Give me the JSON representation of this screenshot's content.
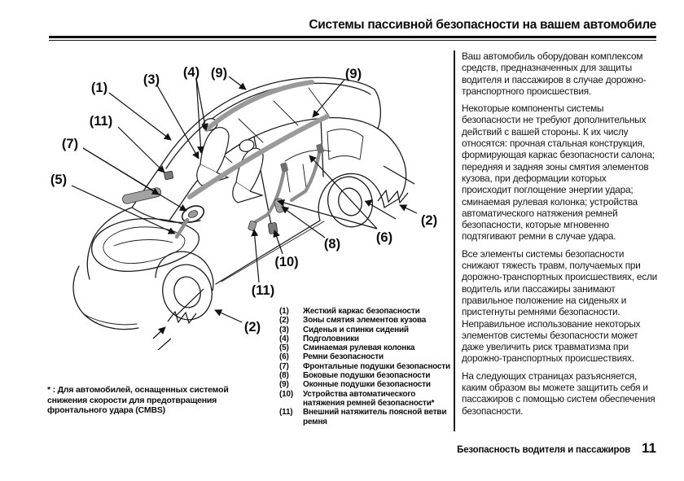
{
  "header": {
    "title": "Системы пассивной безопасности на вашем автомобиле"
  },
  "diagram": {
    "callouts": {
      "n1": "(1)",
      "n2": "(2)",
      "n3": "(3)",
      "n4": "(4)",
      "n5": "(5)",
      "n6": "(6)",
      "n7": "(7)",
      "n8": "(8)",
      "n9": "(9)",
      "n10": "(10)",
      "n11": "(11)"
    }
  },
  "legend": {
    "items": [
      {
        "num": "(1)",
        "text": "Жесткий каркас безопасности"
      },
      {
        "num": "(2)",
        "text": "Зоны смятия элементов кузова"
      },
      {
        "num": "(3)",
        "text": "Сиденья и спинки сидений"
      },
      {
        "num": "(4)",
        "text": "Подголовники"
      },
      {
        "num": "(5)",
        "text": "Сминаемая рулевая колонка"
      },
      {
        "num": "(6)",
        "text": "Ремни безопасности"
      },
      {
        "num": "(7)",
        "text": "Фронтальные подушки безопасности"
      },
      {
        "num": "(8)",
        "text": "Боковые подушки безопасности"
      },
      {
        "num": "(9)",
        "text": "Оконные подушки безопасности"
      },
      {
        "num": "(10)",
        "text": "Устройства автоматического натяжения ремней безопасности*"
      },
      {
        "num": "(11)",
        "text": "Внешний натяжитель поясной ветви ремня"
      }
    ]
  },
  "footnote": {
    "text": "* : Для автомобилей, оснащенных системой снижения скорости для предотвращения фронтального удара (CMBS)"
  },
  "article": {
    "paragraphs": [
      "Ваш автомобиль оборудован комплексом средств, предназначенных для защиты водителя и пассажиров в случае дорожно-транспортного происшествия.",
      "Некоторые компоненты системы безопасности не требуют дополнительных действий с вашей стороны. К их числу относятся: прочная стальная конструкция, формирующая каркас безопасности салона; передняя и задняя зоны смятия элементов кузова, при деформации которых происходит поглощение энергии удара; сминаемая рулевая колонка; устройства автоматического натяжения ремней безопасности, которые мгновенно подтягивают ремни в случае удара.",
      "Все элементы системы безопасности снижают тяжесть травм, получаемых при дорожно-транспортных происшествиях, если водитель или пассажиры занимают правильное положение на сиденьях и пристегнуты ремнями безопасности. Неправильное использование некоторых элементов системы безопасности может даже увеличить риск травматизма при дорожно-транспортных происшествиях.",
      "На следующих страницах разъясняется, каким образом вы можете защитить себя и пассажиров с помощью систем обеспечения безопасности."
    ]
  },
  "footer": {
    "label": "Безопасность водителя и пассажиров",
    "page_number": "11"
  }
}
